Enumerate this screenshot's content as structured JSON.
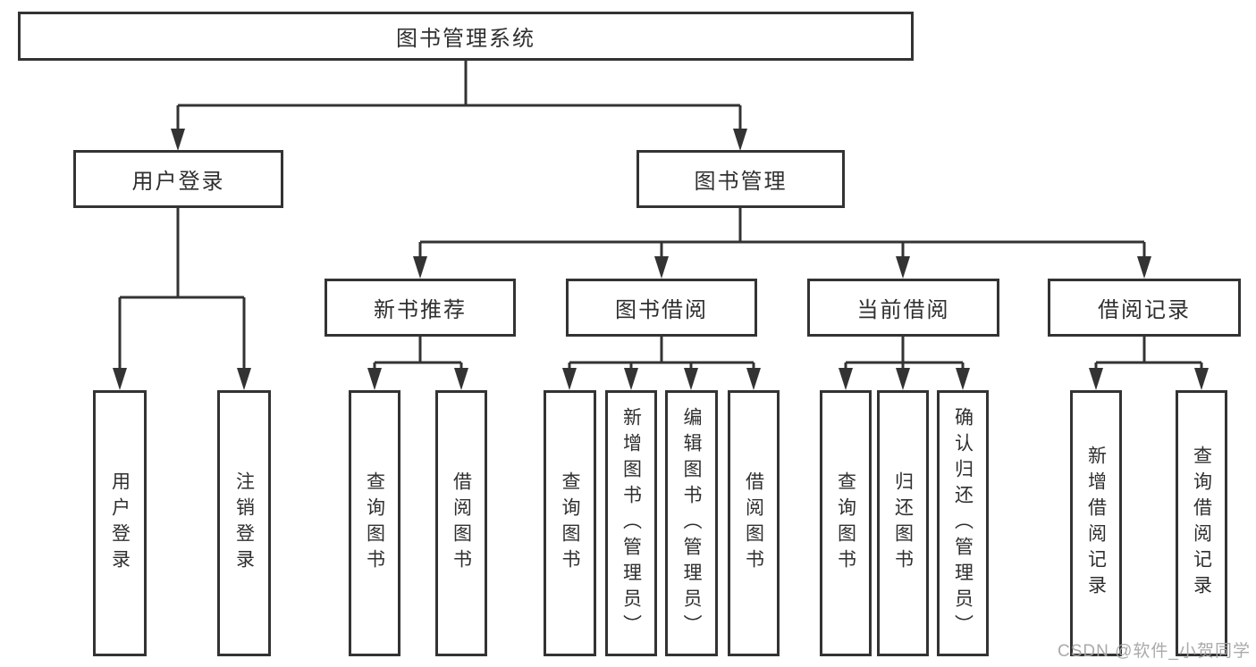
{
  "colors": {
    "background": "#ffffff",
    "line": "#333333",
    "text": "#2f2f2f",
    "watermark": "#a5a5a5"
  },
  "diagram": {
    "root": {
      "label": "图书管理系统"
    },
    "branches": [
      {
        "label": "用户登录",
        "leaves": [
          {
            "label": "用户登录"
          },
          {
            "label": "注销登录"
          }
        ]
      },
      {
        "label": "图书管理",
        "groups": [
          {
            "label": "新书推荐",
            "leaves": [
              {
                "label": "查询图书"
              },
              {
                "label": "借阅图书"
              }
            ]
          },
          {
            "label": "图书借阅",
            "leaves": [
              {
                "label": "查询图书"
              },
              {
                "label": "新增图书（管理员）"
              },
              {
                "label": "编辑图书（管理员）"
              },
              {
                "label": "借阅图书"
              }
            ]
          },
          {
            "label": "当前借阅",
            "leaves": [
              {
                "label": "查询图书"
              },
              {
                "label": "归还图书"
              },
              {
                "label": "确认归还（管理员）"
              }
            ]
          },
          {
            "label": "借阅记录",
            "leaves": [
              {
                "label": "新增借阅记录"
              },
              {
                "label": "查询借阅记录"
              }
            ]
          }
        ]
      }
    ]
  },
  "watermark": {
    "text": "CSDN @软件_小贺同学"
  }
}
